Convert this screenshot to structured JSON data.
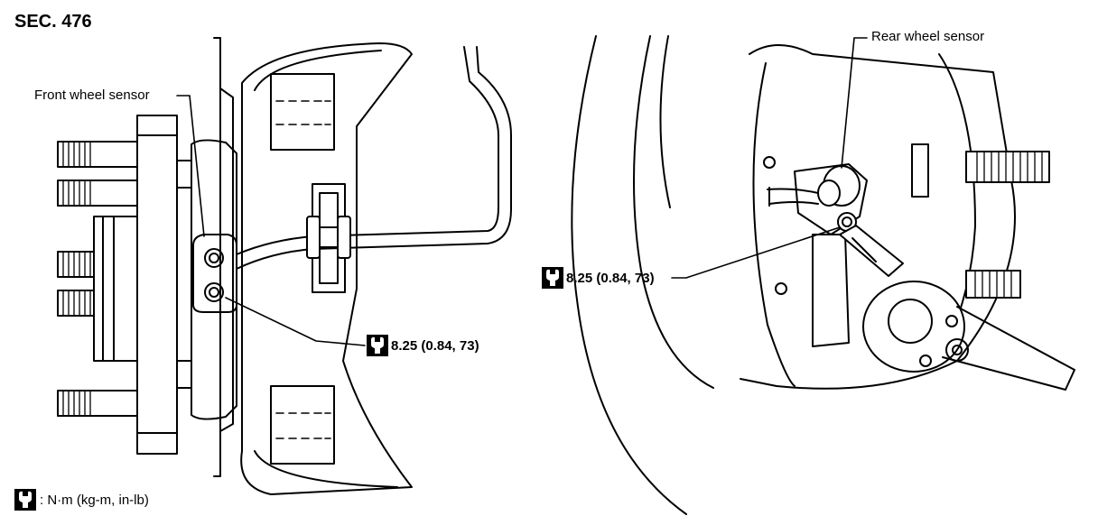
{
  "header": {
    "section": "SEC. 476"
  },
  "labels": {
    "front_sensor": "Front wheel sensor",
    "rear_sensor": "Rear wheel sensor"
  },
  "torque": {
    "front": "8.25 (0.84, 73)",
    "rear": "8.25 (0.84, 73)"
  },
  "legend": {
    "units": ": N·m (kg-m, in-lb)"
  },
  "icons": {
    "torque": "torque-wrench-icon"
  }
}
